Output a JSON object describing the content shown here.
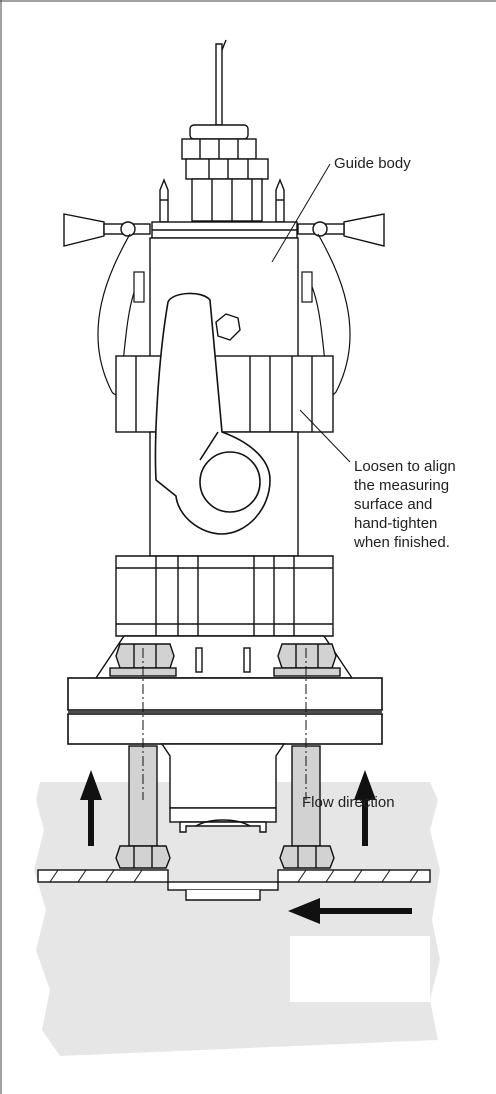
{
  "labels": {
    "guide_body": "Guide body",
    "loosen_note": "Loosen to align\nthe measuring\nsurface and\nhand-tighten\nwhen finished.",
    "flow_direction": "Flow direction"
  },
  "colors": {
    "line": "#111111",
    "ground_fill": "#e6e6e6",
    "bolt_fill": "#d2d2d2",
    "callout_box": "#ffffff"
  }
}
